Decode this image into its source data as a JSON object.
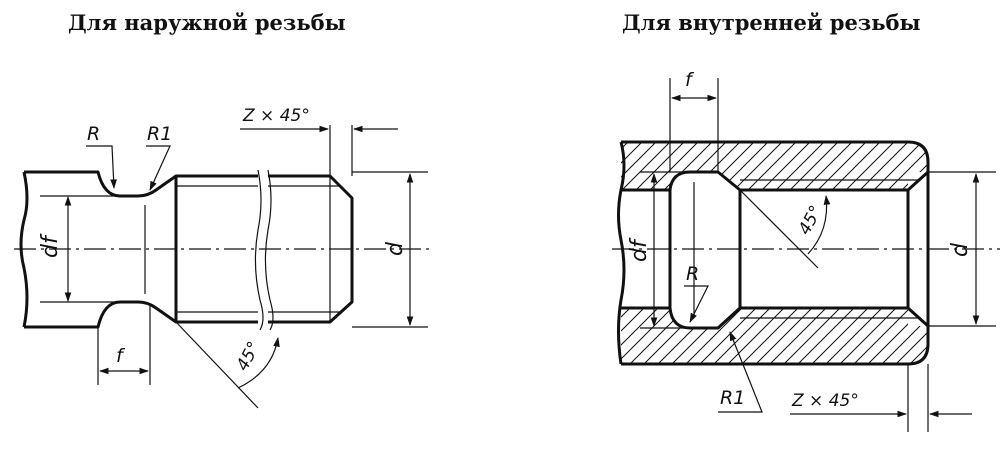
{
  "titles": {
    "external": "Для наружной резьбы",
    "internal": "Для внутренней резьбы"
  },
  "external": {
    "label_R": "R",
    "label_R1": "R1",
    "label_df": "df",
    "label_d": "d",
    "label_f": "f",
    "label_chamfer": "Z × 45°",
    "label_angle": "45°"
  },
  "internal": {
    "label_f": "f",
    "label_df": "df",
    "label_R": "R",
    "label_d": "d",
    "label_R1": "R1",
    "label_angle": "45°",
    "label_chamfer": "Z × 45°"
  },
  "colors": {
    "ink": "#111111",
    "paper": "#ffffff"
  }
}
